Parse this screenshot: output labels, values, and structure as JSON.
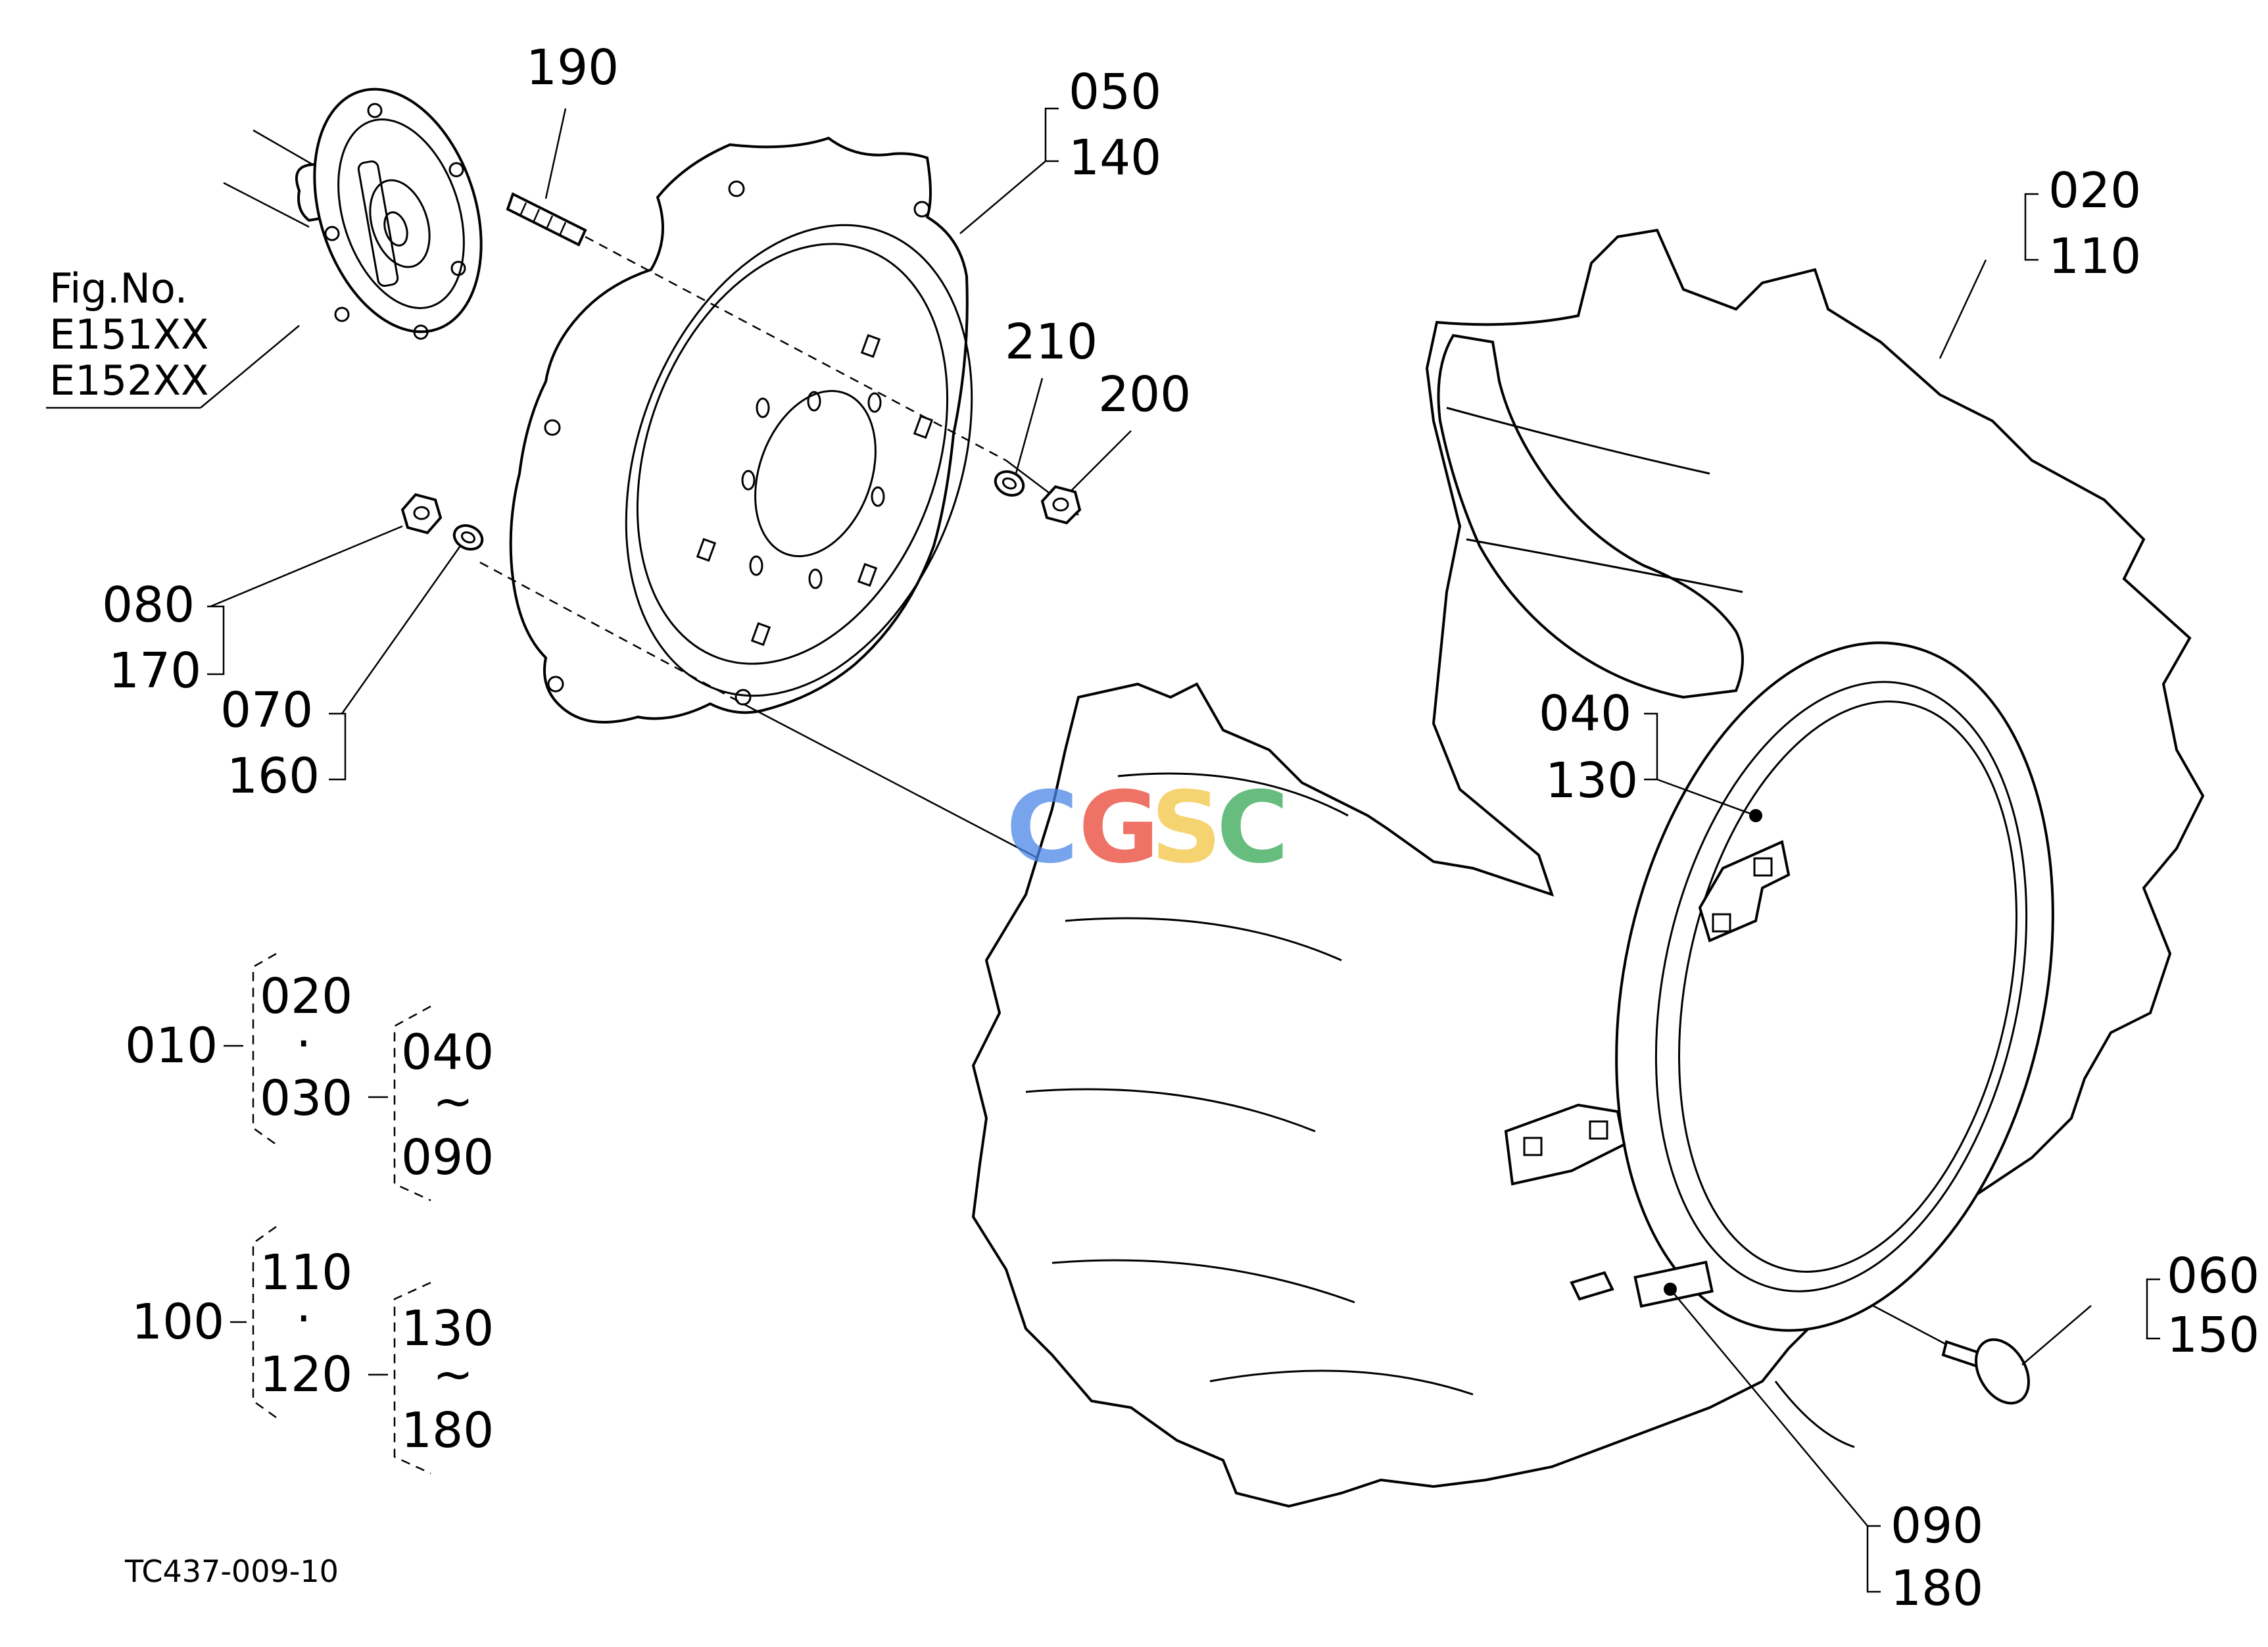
{
  "figure": {
    "fig_no_label": "Fig.No.",
    "fig_numbers": [
      "E151XX",
      "E152XX"
    ],
    "drawing_code": "TC437-009-10"
  },
  "watermark": {
    "text": [
      "C",
      "G",
      "S",
      "C"
    ],
    "colors": [
      "#4A86E8",
      "#EA4335",
      "#F4C542",
      "#34A853"
    ]
  },
  "callouts": {
    "c190": "190",
    "c050": "050",
    "c140": "140",
    "c020": "020",
    "c110": "110",
    "c210": "210",
    "c200": "200",
    "c080": "080",
    "c170": "170",
    "c070": "070",
    "c160": "160",
    "c040": "040",
    "c130": "130",
    "c060": "060",
    "c150": "150",
    "c090": "090",
    "c180": "180"
  },
  "assemblies": [
    {
      "parent": "010",
      "pair_top": "020",
      "pair_sep": "·",
      "pair_bottom": "030",
      "range_start": "040",
      "range_sep": "~",
      "range_end": "090"
    },
    {
      "parent": "100",
      "pair_top": "110",
      "pair_sep": "·",
      "pair_bottom": "120",
      "range_start": "130",
      "range_sep": "~",
      "range_end": "180"
    }
  ]
}
